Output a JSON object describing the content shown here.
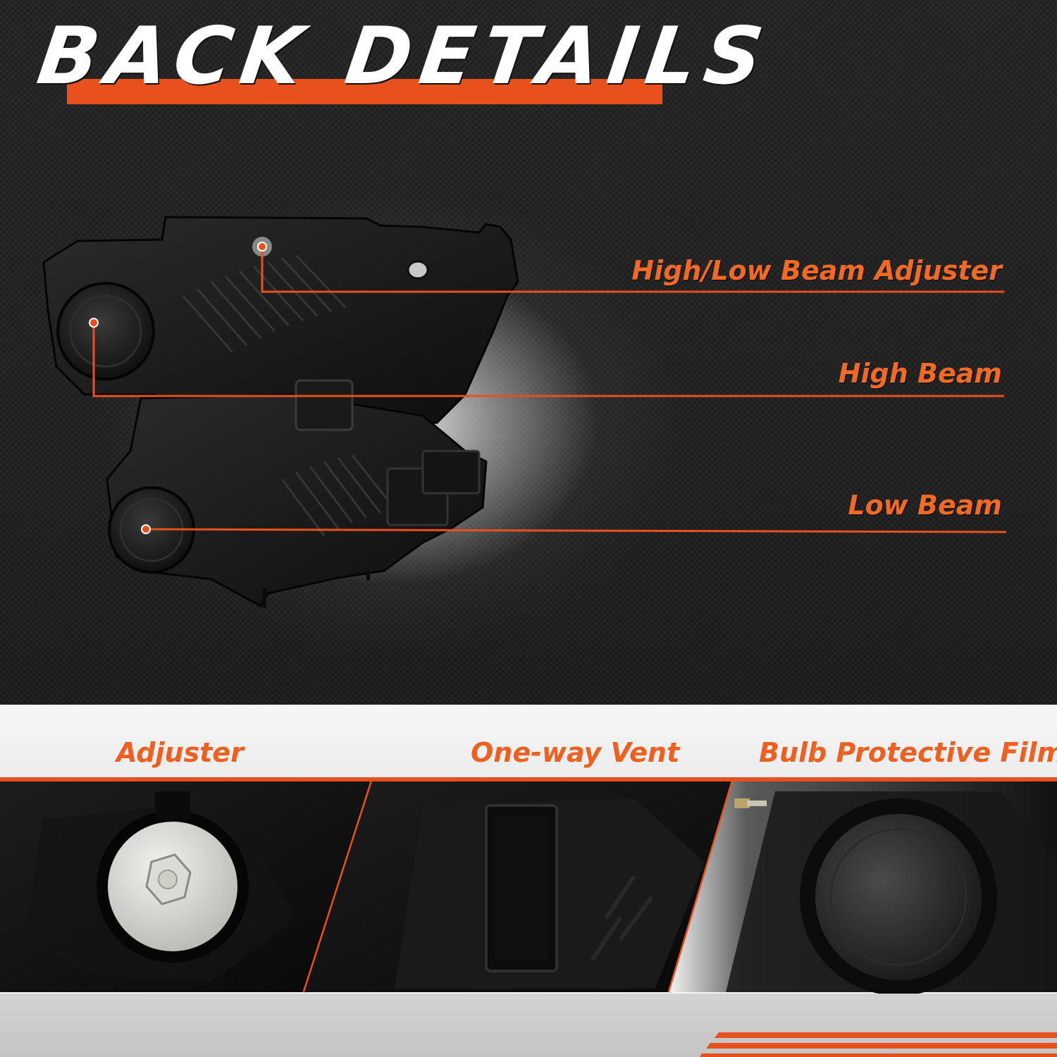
{
  "header": {
    "title": "BACK DETAILS"
  },
  "callouts": {
    "adjuster": "High/Low Beam Adjuster",
    "high_beam": "High Beam",
    "low_beam": "Low Beam"
  },
  "details": {
    "adjuster": "Adjuster",
    "vent": "One-way Vent",
    "film": "Bulb Protective Film"
  },
  "colors": {
    "accent": "#ef5f1f",
    "title_text": "#ffffff",
    "background_dark": "#232323",
    "detail_background": "#f3f3f3"
  },
  "icons": {
    "headlamp": "headlamp-back-housing-illustration",
    "adjuster_bolt": "adjuster-bolt-photo",
    "vent": "one-way-vent-photo",
    "bulb_cap": "bulb-cap-photo"
  }
}
